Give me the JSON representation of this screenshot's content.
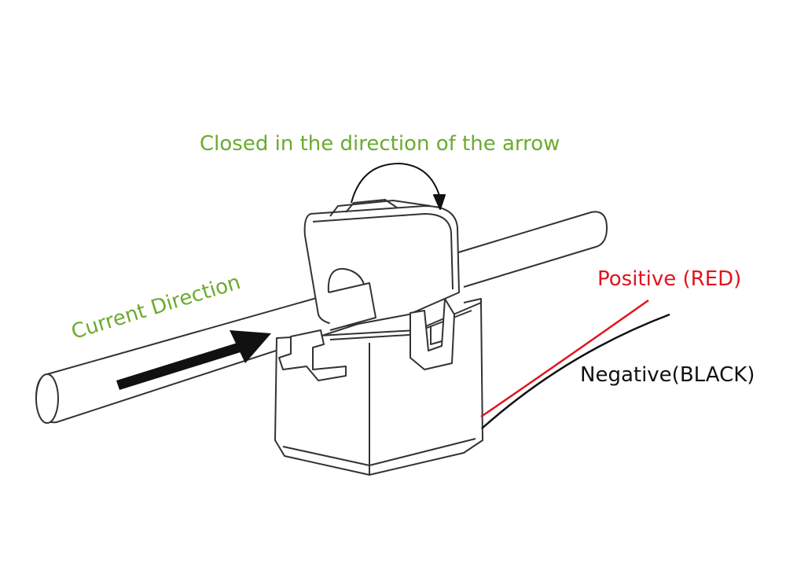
{
  "labels": {
    "closing_instruction": "Closed in the direction of the arrow",
    "current_direction": "Current Direction",
    "positive_wire": "Positive (RED)",
    "negative_wire": "Negative(BLACK)"
  },
  "colors": {
    "instruction_green": "#6aab2e",
    "positive_red": "#e0141e",
    "negative_black": "#111111",
    "line_art": "#333333"
  }
}
